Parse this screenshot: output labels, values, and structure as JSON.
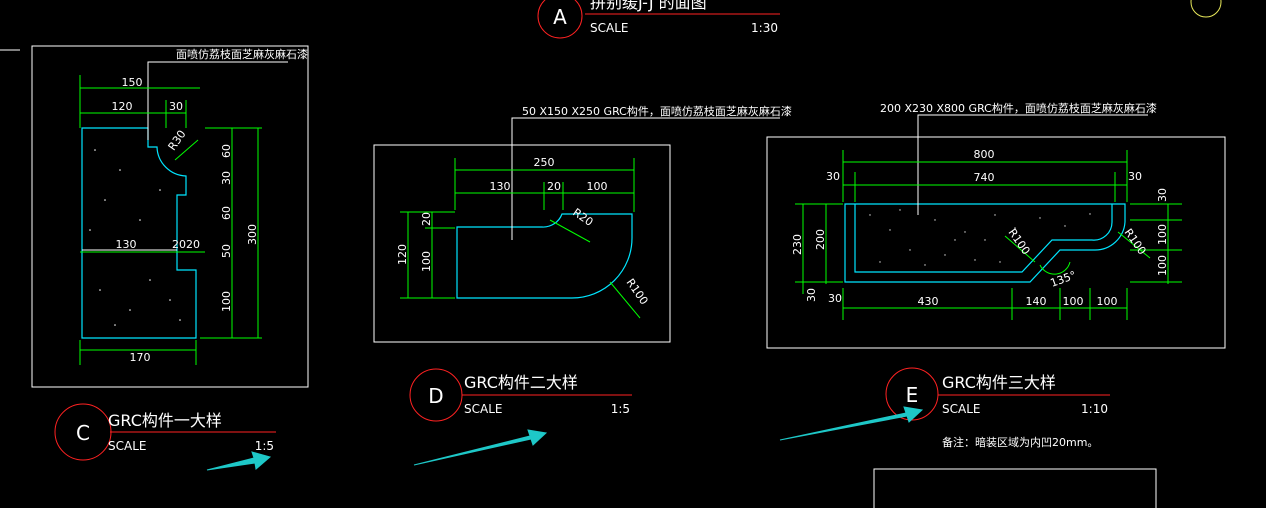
{
  "top_title": {
    "marker": "A",
    "text": "拼别缓J-J 的面图",
    "scale_label": "SCALE",
    "scale_value": "1:30"
  },
  "panel_c": {
    "callout": "面喷仿荔枝面芝麻灰麻石漆",
    "dims": [
      "150",
      "120",
      "30",
      "R30",
      "60",
      "30",
      "60",
      "50",
      "100",
      "300",
      "130",
      "2020",
      "170"
    ],
    "marker": "C",
    "title": "GRC构件一大样",
    "scale_label": "SCALE",
    "scale_value": "1:5"
  },
  "panel_d": {
    "callout": "50 X150 X250  GRC构件，面喷仿荔枝面芝麻灰麻石漆",
    "dims": [
      "250",
      "130",
      "20",
      "100",
      "R20",
      "20",
      "120",
      "100",
      "R100"
    ],
    "marker": "D",
    "title": "GRC构件二大样",
    "scale_label": "SCALE",
    "scale_value": "1:5"
  },
  "panel_e": {
    "callout": "200 X230 X800  GRC构件，面喷仿荔枝面芝麻灰麻石漆",
    "dims": [
      "800",
      "740",
      "30",
      "30",
      "30",
      "100",
      "100",
      "230",
      "200",
      "30",
      "30",
      "R100",
      "R100",
      "135°",
      "430",
      "140",
      "100",
      "100"
    ],
    "marker": "E",
    "title": "GRC构件三大样",
    "scale_label": "SCALE",
    "scale_value": "1:10",
    "note": "备注：暗装区域为内凹20mm。"
  },
  "colors": {
    "background": "#000000",
    "outline": "#00e5ff",
    "dimension": "#00ff00",
    "title_rule": "#ff2222",
    "arrow": "#1ec8c8"
  }
}
